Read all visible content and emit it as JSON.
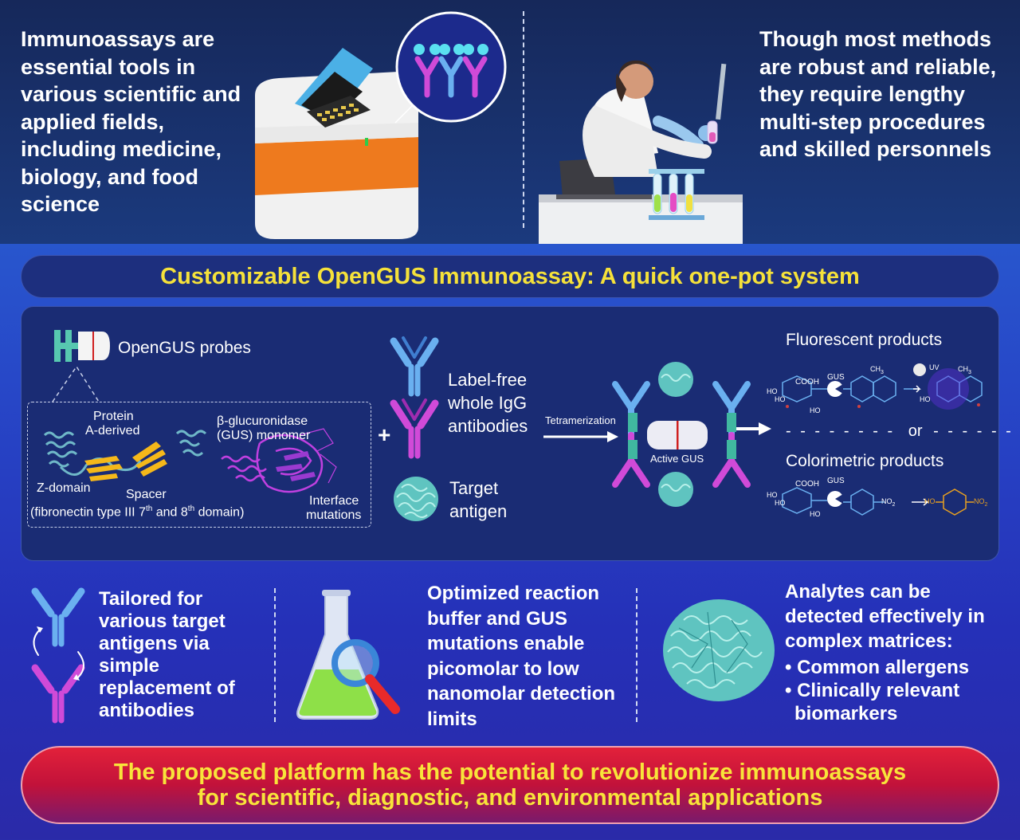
{
  "top": {
    "left_text": "Immunoassays are essential tools in various scientific and applied fields, including medicine, biology, and food science",
    "right_text": "Though most methods are robust and reliable, they require lengthy multi-step procedures and skilled personnels"
  },
  "title": "Customizable OpenGUS Immunoassay: A quick one-pot system",
  "middle": {
    "probes_label": "OpenGUS probes",
    "protein_a": [
      "Protein",
      "A-derived"
    ],
    "z_domain": "Z-domain",
    "spacer": "Spacer",
    "fibronectin_pre": "(fibronectin type III 7",
    "fibronectin_sup1": "th",
    "fibronectin_mid": " and 8",
    "fibronectin_sup2": "th",
    "fibronectin_post": " domain)",
    "gus_monomer": [
      "β-glucuronidase",
      "(GUS) monomer"
    ],
    "interface": [
      "Interface",
      "mutations"
    ],
    "plus": "+",
    "label_free": [
      "Label-free",
      "whole IgG",
      "antibodies"
    ],
    "target_antigen": [
      "Target",
      "antigen"
    ],
    "tetramerization": "Tetramerization",
    "active_gus": "Active GUS",
    "fluorescent": "Fluorescent products",
    "or": "or",
    "colorimetric": "Colorimetric products",
    "chem": {
      "cooh": "COOH",
      "gus": "GUS",
      "ho": "HO",
      "ch3": "CH",
      "ch3_sub": "3",
      "uv": "UV",
      "o": "O",
      "no2": "NO",
      "no2_sub": "2"
    }
  },
  "bottom": {
    "tailored": "Tailored for various target antigens via simple replacement of antibodies",
    "optimized": "Optimized reaction buffer and GUS mutations enable picomolar to low nanomolar detection limits",
    "analytes_intro": "Analytes can be detected effectively in complex matrices:",
    "bullet1": "• Common allergens",
    "bullet2": "• Clinically relevant",
    "bullet2b": "biomarkers"
  },
  "footer": {
    "line1": "The proposed platform has the potential to revolutionize immunoassays",
    "line2": "for scientific, diagnostic, and environmental applications"
  },
  "colors": {
    "title_yellow": "#f5e13a",
    "antibody_blue": "#5aa8f0",
    "antibody_pink": "#d04ad8",
    "antigen_teal": "#7fd6d0",
    "gus_purple": "#c040e0",
    "footer_red": "#d21e3a"
  }
}
